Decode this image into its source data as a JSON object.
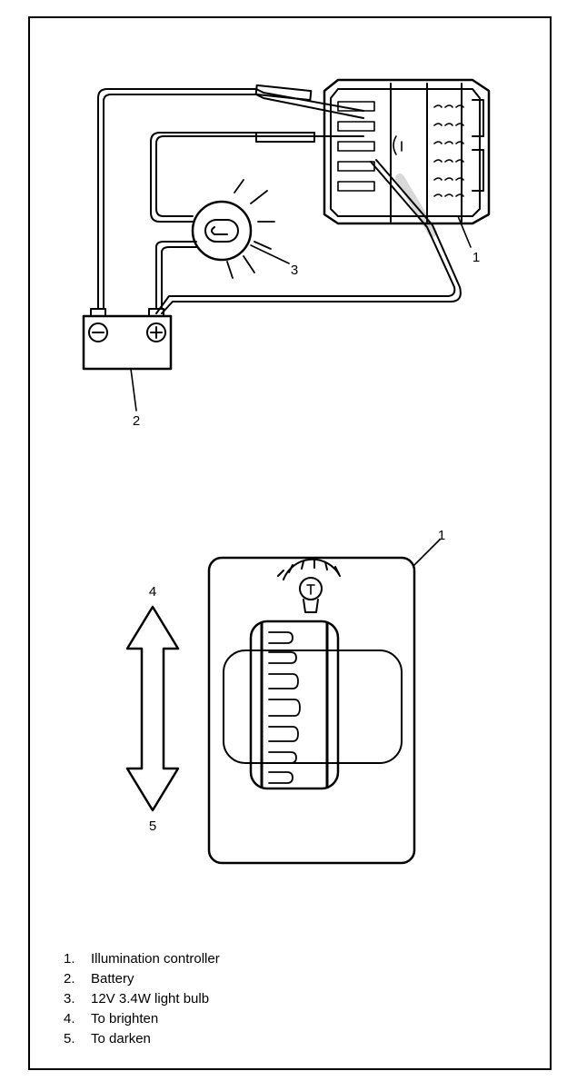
{
  "callouts": {
    "controller_top": "1",
    "battery": "2",
    "bulb": "3",
    "brighten": "4",
    "darken": "5",
    "controller_bottom": "1"
  },
  "battery_terminals": {
    "negative": "⊖",
    "positive": "⊕"
  },
  "legend": [
    {
      "num": "1.",
      "text": "Illumination controller"
    },
    {
      "num": "2.",
      "text": "Battery"
    },
    {
      "num": "3.",
      "text": "12V 3.4W light bulb"
    },
    {
      "num": "4.",
      "text": "To brighten"
    },
    {
      "num": "5.",
      "text": "To darken"
    }
  ]
}
